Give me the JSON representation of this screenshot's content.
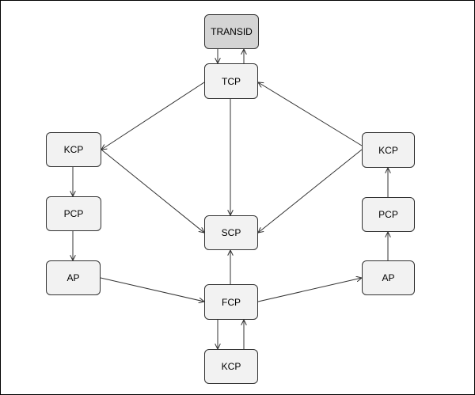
{
  "diagram": {
    "nodes": {
      "transid": "TRANSID",
      "tcp": "TCP",
      "kcp_left": "KCP",
      "pcp_left": "PCP",
      "ap_left": "AP",
      "scp": "SCP",
      "fcp": "FCP",
      "kcp_bottom": "KCP",
      "kcp_right": "KCP",
      "pcp_right": "PCP",
      "ap_right": "AP"
    },
    "edges": [
      {
        "from": "transid",
        "to": "tcp"
      },
      {
        "from": "tcp",
        "to": "transid"
      },
      {
        "from": "tcp",
        "to": "kcp_left"
      },
      {
        "from": "tcp",
        "to": "scp"
      },
      {
        "from": "kcp_right",
        "to": "tcp"
      },
      {
        "from": "kcp_left",
        "to": "scp"
      },
      {
        "from": "kcp_right",
        "to": "scp"
      },
      {
        "from": "kcp_left",
        "to": "pcp_left"
      },
      {
        "from": "pcp_left",
        "to": "ap_left"
      },
      {
        "from": "ap_left",
        "to": "fcp"
      },
      {
        "from": "fcp",
        "to": "scp"
      },
      {
        "from": "fcp",
        "to": "ap_right"
      },
      {
        "from": "ap_right",
        "to": "pcp_right"
      },
      {
        "from": "pcp_right",
        "to": "kcp_right"
      },
      {
        "from": "fcp",
        "to": "kcp_bottom"
      },
      {
        "from": "kcp_bottom",
        "to": "fcp"
      }
    ],
    "colors": {
      "node_fill": "#f2f2f2",
      "start_node_fill": "#d4d4d4",
      "border": "#333333",
      "edge": "#333333"
    }
  }
}
